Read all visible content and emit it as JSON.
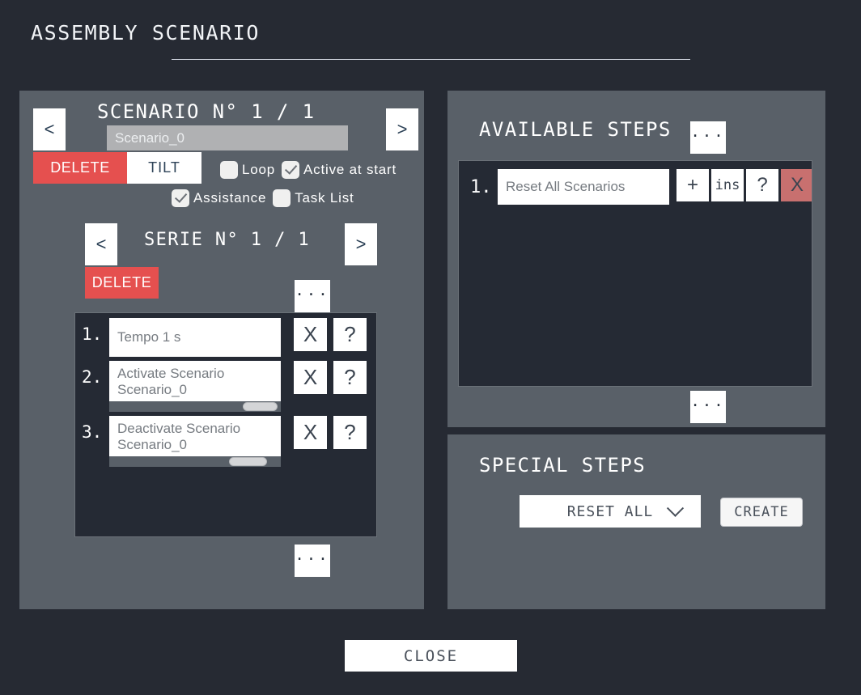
{
  "page": {
    "title": "ASSEMBLY SCENARIO",
    "close_label": "CLOSE"
  },
  "colors": {
    "background": "#262a33",
    "panel": "#596068",
    "list_box": "#252a34",
    "danger": "#e5504f",
    "danger_muted": "#c8706f",
    "white": "#ffffff",
    "accent_text": "#2d4257"
  },
  "scenario": {
    "heading": "SCENARIO N°  1    / 1",
    "prev_label": "<",
    "next_label": ">",
    "name_value": "Scenario_0",
    "name_placeholder": "Scenario_0",
    "delete_label": "DELETE",
    "tilt_label": "TILT",
    "options": [
      {
        "label": "Loop",
        "checked": false
      },
      {
        "label": "Active at start",
        "checked": true
      },
      {
        "label": "Assistance",
        "checked": true
      },
      {
        "label": "Task List",
        "checked": false
      }
    ]
  },
  "serie": {
    "heading": "SERIE N° 1    / 1",
    "prev_label": "<",
    "next_label": ">",
    "delete_label": "DELETE",
    "more_label": "...",
    "list_more_label": "...",
    "steps": [
      {
        "index": "1.",
        "text": "Tempo 1 s",
        "has_scrollbar": false,
        "scroll_thumb_pct": 0,
        "actions": [
          {
            "name": "delete",
            "label": "X"
          },
          {
            "name": "help",
            "label": "?"
          }
        ]
      },
      {
        "index": "2.",
        "text": "Activate Scenario Scenario_0",
        "has_scrollbar": true,
        "scroll_thumb_pct": 78,
        "actions": [
          {
            "name": "delete",
            "label": "X"
          },
          {
            "name": "help",
            "label": "?"
          }
        ]
      },
      {
        "index": "3.",
        "text": "Deactivate Scenario Scenario_0",
        "has_scrollbar": true,
        "scroll_thumb_pct": 70,
        "actions": [
          {
            "name": "delete",
            "label": "X"
          },
          {
            "name": "help",
            "label": "?"
          }
        ]
      }
    ]
  },
  "available_steps": {
    "heading": "AVAILABLE STEPS",
    "more_label": "...",
    "bottom_more_label": "...",
    "steps": [
      {
        "index": "1.",
        "text": "Reset All Scenarios",
        "actions": [
          {
            "name": "add",
            "label": "+"
          },
          {
            "name": "insert",
            "label": "ins"
          },
          {
            "name": "help",
            "label": "?"
          },
          {
            "name": "delete",
            "label": "X"
          }
        ]
      }
    ]
  },
  "special_steps": {
    "heading": "SPECIAL STEPS",
    "selected_option": "RESET ALL",
    "options": [
      "RESET ALL"
    ],
    "create_label": "CREATE"
  }
}
